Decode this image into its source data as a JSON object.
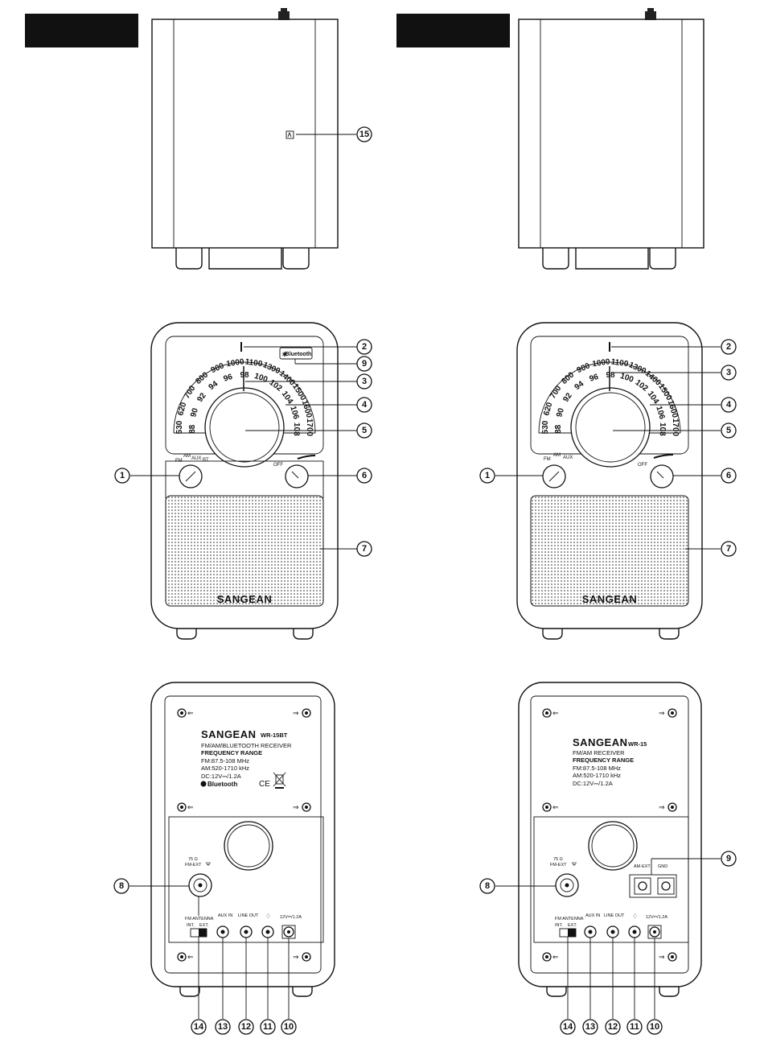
{
  "brand": "SANGEAN",
  "callouts": {
    "n1": "1",
    "n2": "2",
    "n3": "3",
    "n4": "4",
    "n5": "5",
    "n6": "6",
    "n7": "7",
    "n8": "8",
    "n9": "9",
    "n10": "10",
    "n11": "11",
    "n12": "12",
    "n13": "13",
    "n14": "14",
    "n15": "15"
  },
  "am_scale": [
    "530",
    "620",
    "700",
    "800",
    "900",
    "1000",
    "1100",
    "1300",
    "1400",
    "1500",
    "1600",
    "1700"
  ],
  "fm_scale": [
    "88",
    "90",
    "92",
    "94",
    "96",
    "98",
    "100",
    "102",
    "104",
    "106",
    "108"
  ],
  "front_bt": {
    "bluetooth_badge": "Bluetooth",
    "selector_fm": "FM",
    "selector_am": "AM",
    "selector_aux": "AUX",
    "selector_bt": "BT",
    "power_off": "OFF"
  },
  "front_std": {
    "selector_fm": "FM",
    "selector_am": "AM",
    "selector_aux": "AUX",
    "power_off": "OFF"
  },
  "rear_bt": {
    "model": "WR-15BT",
    "product_type": "FM/AM/BLUETOOTH RECEIVER",
    "freq_title": "FREQUENCY RANGE",
    "fm_range": "FM:87.5-108 MHz",
    "am_range": "AM:520-1710 kHz",
    "dc": "DC:12V⎓/1.2A",
    "bt_logo": "Bluetooth",
    "ce": "CE",
    "fm_ext": "FM-EXT",
    "ohm": "75 Ω",
    "fm_antenna": "FM ANTENNA",
    "int": "INT.",
    "ext": "EXT.",
    "aux_in": "AUX IN",
    "line_out": "LINE OUT",
    "dc_jack": "12V⎓/1.2A"
  },
  "rear_std": {
    "model": "WR-15",
    "product_type": "FM/AM RECEIVER",
    "freq_title": "FREQUENCY RANGE",
    "fm_range": "FM:87.5-108 MHz",
    "am_range": "AM:520-1710 kHz",
    "dc": "DC:12V⎓/1.2A",
    "fm_ext": "FM-EXT",
    "ohm": "75 Ω",
    "am_ext": "AM-EXT",
    "gnd": "GND",
    "fm_antenna": "FM ANTENNA",
    "int": "INT.",
    "ext": "EXT.",
    "aux_in": "AUX IN",
    "line_out": "LINE OUT",
    "dc_jack": "12V⎓/1.2A"
  }
}
